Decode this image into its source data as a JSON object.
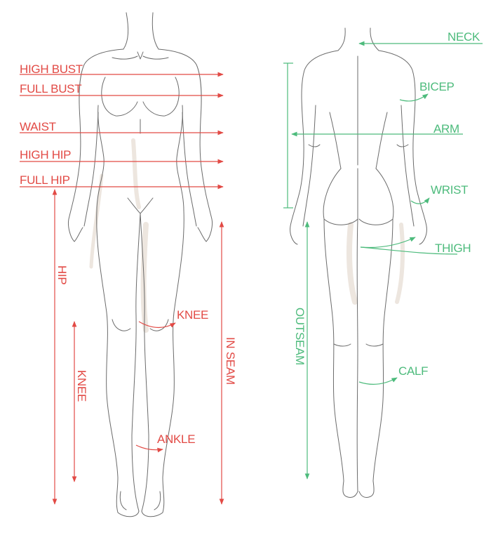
{
  "colors": {
    "front_measure": "#e24a45",
    "back_measure": "#4dbb7c",
    "outline": "#6b6b6b",
    "shade": "#ede6df"
  },
  "front": {
    "high_bust": "HIGH BUST",
    "full_bust": "FULL BUST",
    "waist": "WAIST",
    "high_hip": "HIGH HIP",
    "full_hip": "FULL HIP",
    "hip": "HIP",
    "knee_length": "KNEE",
    "knee": "KNEE",
    "in_seam": "IN SEAM",
    "ankle": "ANKLE"
  },
  "back": {
    "neck": "NECK",
    "bicep": "BICEP",
    "arm": "ARM",
    "wrist": "WRIST",
    "thigh": "THIGH",
    "outseam": "OUTSEAM",
    "calf": "CALF"
  }
}
